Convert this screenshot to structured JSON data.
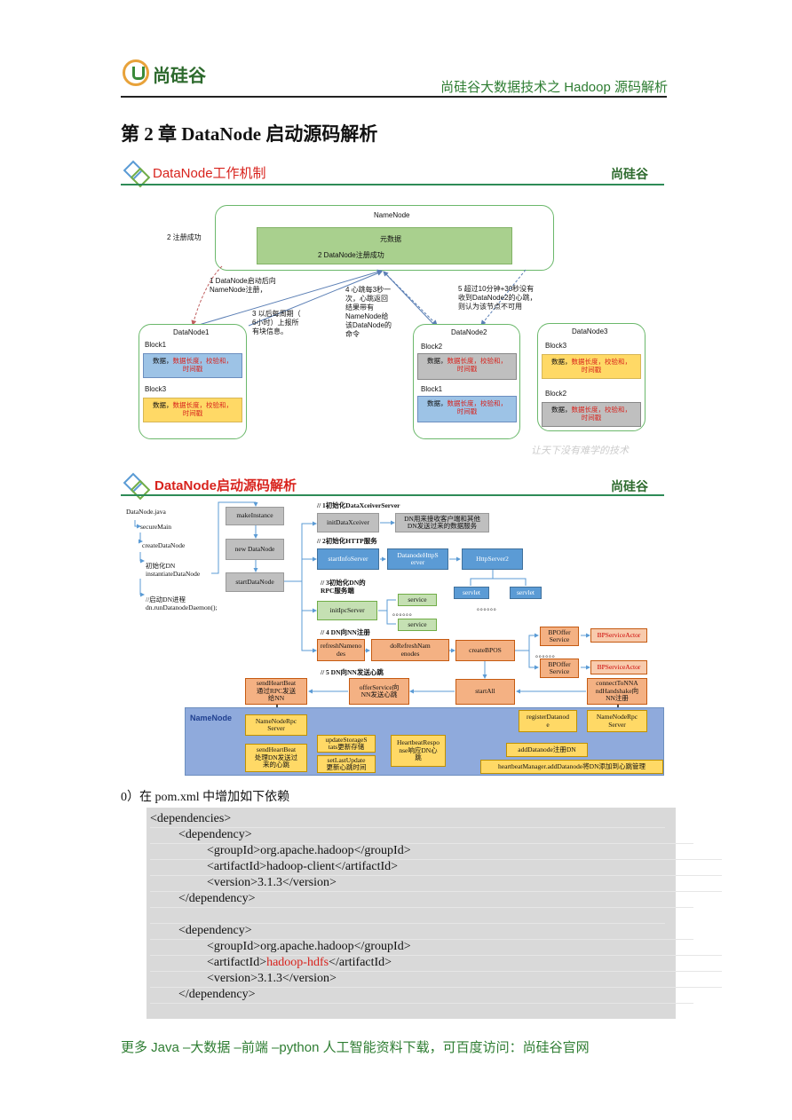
{
  "header": {
    "logo_text": "尚硅谷",
    "right_title": "尚硅谷大数据技术之 Hadoop 源码解析"
  },
  "chapter_title": "第 2 章  DataNode 启动源码解析",
  "section1": {
    "title": "DataNode工作机制",
    "logo_text": "尚硅谷",
    "namenode": {
      "label": "NameNode",
      "metadata": "元数据",
      "registered": "2 DataNode注册成功"
    },
    "annotations": {
      "register_success": "2 注册成功",
      "step1": "1 DataNode启动后向\nNameNode注册，",
      "step3": "3 以后每周期（\n6小时）上报所\n有块信息。",
      "step4": "4 心跳每3秒一\n次，心跳返回\n结果带有\nNameNode给\n该DataNode的\n命令",
      "step5": "5 超过10分钟+30秒没有\n收到DataNode2的心跳，\n则认为该节点不可用"
    },
    "datanodes": [
      {
        "label": "DataNode1",
        "blocks": [
          {
            "name": "Block1",
            "text": "数据，",
            "red": "数据长度，校验和，\n时间戳",
            "color": "blue"
          },
          {
            "name": "Block3",
            "text": "数据，",
            "red": "数据长度，校验和，\n时间戳",
            "color": "orange"
          }
        ]
      },
      {
        "label": "DataNode2",
        "blocks": [
          {
            "name": "Block2",
            "text": "数据，",
            "red": "数据长度，校验和，\n时间戳",
            "color": "gray"
          },
          {
            "name": "Block1",
            "text": "数据，",
            "red": "数据长度，校验和，\n时间戳",
            "color": "blue"
          }
        ]
      },
      {
        "label": "DataNode3",
        "blocks": [
          {
            "name": "Block3",
            "text": "数据，",
            "red": "数据长度，校验和，\n时间戳",
            "color": "orange"
          },
          {
            "name": "Block2",
            "text": "数据，",
            "red": "数据长度，校验和，\n时间戳",
            "color": "gray"
          }
        ]
      }
    ],
    "watermark": "让天下没有难学的技术"
  },
  "section2": {
    "title": "DataNode启动源码解析",
    "logo_text": "尚硅谷",
    "left_flow": {
      "java": "DataNode.java",
      "secureMain": "secureMain",
      "createDataNode": "createDataNode",
      "init": "初始化DN\ninstantiateDataNode",
      "start": "//启动DN进程\ndn.runDatanodeDaemon();"
    },
    "nodes": {
      "makeInstance": "makeInstance",
      "newDataNode": "new DataNode",
      "startDataNode": "startDataNode",
      "c1": "// 1初始化DataXceiverServer",
      "initDataXceiver": "initDataXceiver",
      "dnDesc": "DN用来接收客户端和其他\nDN发送过来的数据服务",
      "c2": "// 2初始化HTTP服务",
      "startInfoServer": "startInfoServer",
      "datanodeHttp": "DatanodeHttpS\nerver",
      "httpServer2": "HttpServer2",
      "servlet1": "servlet",
      "servlet2": "servlet",
      "dots1": "。。。。。。",
      "c3": "// 3初始化DN的\nRPC服务端",
      "initIpcServer": "initIpcServer",
      "service1": "service",
      "dots2": "。。。。。。",
      "service2": "service",
      "c4": "// 4 DN向NN注册",
      "refreshNamenodes": "refreshNameno\ndes",
      "doRefresh": "doRefreshNam\nenodes",
      "createBPOS": "createBPOS",
      "bpOffer1": "BPOffer\nService",
      "bpActor1": "BPServiceActor",
      "dots3": "。。。。。。",
      "bpOffer2": "BPOffer\nService",
      "bpActor2": "BPServiceActor",
      "c5": "// 5 DN向NN发送心跳",
      "sendHeartBeat": "sendHeartBeat\n通过RPC发送\n给NN",
      "offerService": "offerService向\nNN发送心跳",
      "startAll": "startAll",
      "connectToNN": "connectToNNA\nndHandshake向\nNN注册",
      "nnLabel": "NameNode",
      "nnRpc1": "NameNodeRpc\nServer",
      "sendHeartBeatNN": "sendHeartBeat\n处理DN发送过\n来的心跳",
      "updateStorage": "updateStorageS\ntats更新存储",
      "setLastUpdate": "setLastUpdate\n更新心跳时间",
      "heartbeatResp": "HeartbeatRespo\nnse响应DN心\n跳",
      "registerDatanode": "registerDatanod\ne",
      "nnRpc2": "NameNodeRpc\nServer",
      "addDatanode": "addDatanode注册DN",
      "hbManager": "heartbeatManager.addDatanode将DN添加到心跳管理"
    }
  },
  "intro": "0）在 pom.xml 中增加如下依赖",
  "code": {
    "lines": [
      {
        "indent": 0,
        "pre": "<dependencies>",
        "red": "",
        "post": ""
      },
      {
        "indent": 1,
        "pre": "<dependency>",
        "red": "",
        "post": ""
      },
      {
        "indent": 2,
        "pre": "<groupId>org.apache.hadoop</groupId>",
        "red": "",
        "post": ""
      },
      {
        "indent": 2,
        "pre": "<artifactId>hadoop-client</artifactId>",
        "red": "",
        "post": ""
      },
      {
        "indent": 2,
        "pre": "<version>3.1.3</version>",
        "red": "",
        "post": ""
      },
      {
        "indent": 1,
        "pre": "</dependency>",
        "red": "",
        "post": ""
      },
      {
        "indent": 0,
        "pre": "",
        "red": "",
        "post": ""
      },
      {
        "indent": 1,
        "pre": "<dependency>",
        "red": "",
        "post": ""
      },
      {
        "indent": 2,
        "pre": "<groupId>org.apache.hadoop</groupId>",
        "red": "",
        "post": ""
      },
      {
        "indent": 2,
        "pre": "<artifactId>",
        "red": "hadoop-hdfs",
        "post": "</artifactId>"
      },
      {
        "indent": 2,
        "pre": "<version>3.1.3</version>",
        "red": "",
        "post": ""
      },
      {
        "indent": 1,
        "pre": "</dependency>",
        "red": "",
        "post": ""
      }
    ]
  },
  "footer": "更多 Java –大数据 –前端 –python 人工智能资料下载，可百度访问：尚硅谷官网",
  "colors": {
    "green": "#2e7d32",
    "red": "#d8231d",
    "blue": "#5b9bd5"
  }
}
